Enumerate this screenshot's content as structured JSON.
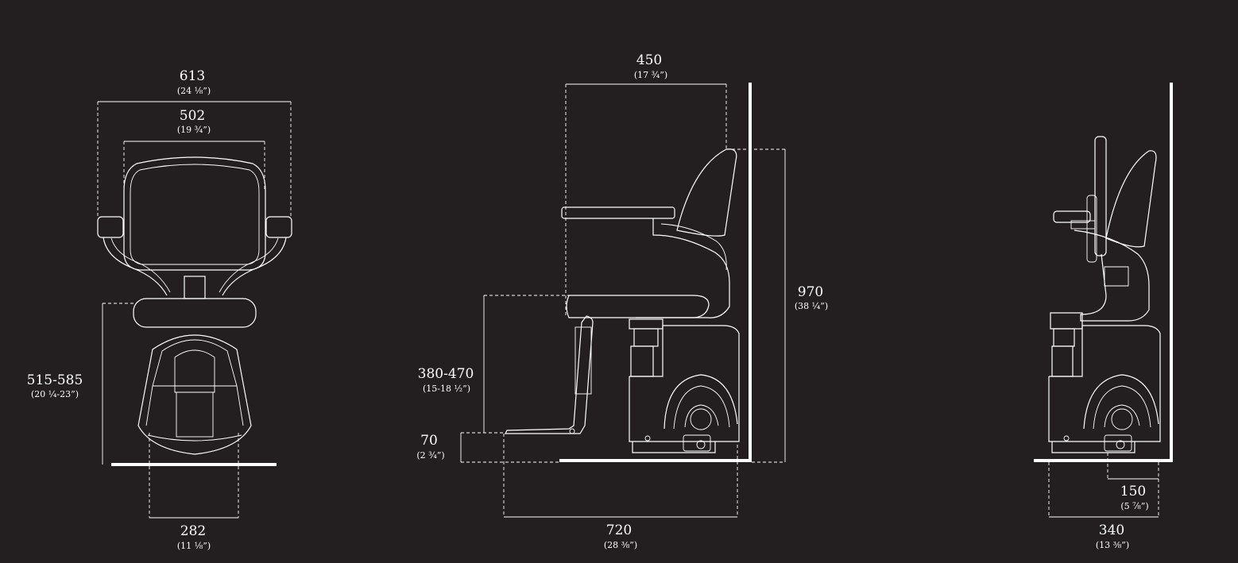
{
  "colors": {
    "background": "#231f20",
    "line": "#ffffff"
  },
  "front_view": {
    "overall_width": {
      "mm": "613",
      "inch": "(24 ⅛”)"
    },
    "backrest_width": {
      "mm": "502",
      "inch": "(19 ¾”)"
    },
    "seat_height": {
      "mm": "515-585",
      "inch": "(20 ¼-23”)"
    },
    "base_width": {
      "mm": "282",
      "inch": "(11 ⅛”)"
    }
  },
  "side_view": {
    "seat_depth": {
      "mm": "450",
      "inch": "(17 ¾”)"
    },
    "overall_height": {
      "mm": "970",
      "inch": "(38 ¼”)"
    },
    "footrest_to_seat": {
      "mm": "380-470",
      "inch": "(15-18 ½”)"
    },
    "footrest_height": {
      "mm": "70",
      "inch": "(2 ¾”)"
    },
    "overall_depth": {
      "mm": "720",
      "inch": "(28 ⅜”)"
    }
  },
  "folded_view": {
    "rail_offset": {
      "mm": "150",
      "inch": "(5 ⅞”)"
    },
    "folded_depth": {
      "mm": "340",
      "inch": "(13 ⅜”)"
    }
  }
}
